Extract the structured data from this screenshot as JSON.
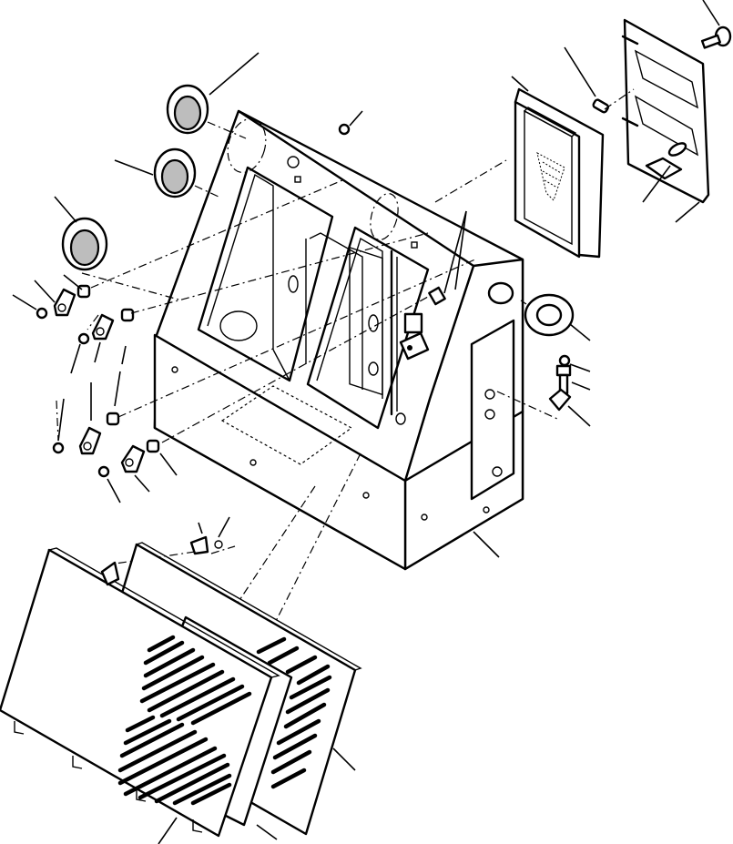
{
  "diagram": {
    "parts": [
      "panel-housing",
      "top-grommet-upper",
      "top-grommet-middle",
      "side-grommet",
      "right-grommet",
      "gauge-panel",
      "mounting-bracket",
      "thumb-screw",
      "front-cover-outer",
      "front-cover-middle",
      "front-cover-inner",
      "cable-clips",
      "nuts",
      "bolts"
    ]
  }
}
